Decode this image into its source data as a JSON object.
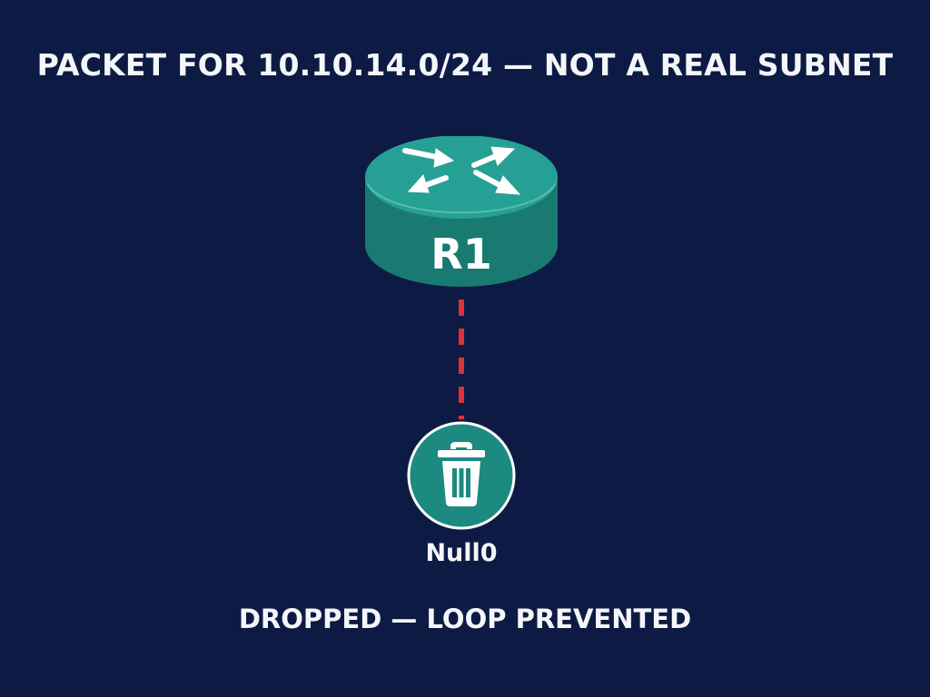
{
  "header": {
    "title": "PACKET FOR 10.10.14.0/24 — NOT A REAL SUBNET"
  },
  "router": {
    "label": "R1",
    "icon": "router-arrows-icon",
    "color": "#1c8a80"
  },
  "link": {
    "style": "dashed",
    "color": "#e0303a"
  },
  "null_interface": {
    "label": "Null0",
    "icon": "trash-icon",
    "color": "#1c8a80"
  },
  "footer": {
    "caption": "DROPPED — LOOP PREVENTED"
  },
  "colors": {
    "background": "#0d1b44",
    "text": "#f4f6fa"
  }
}
